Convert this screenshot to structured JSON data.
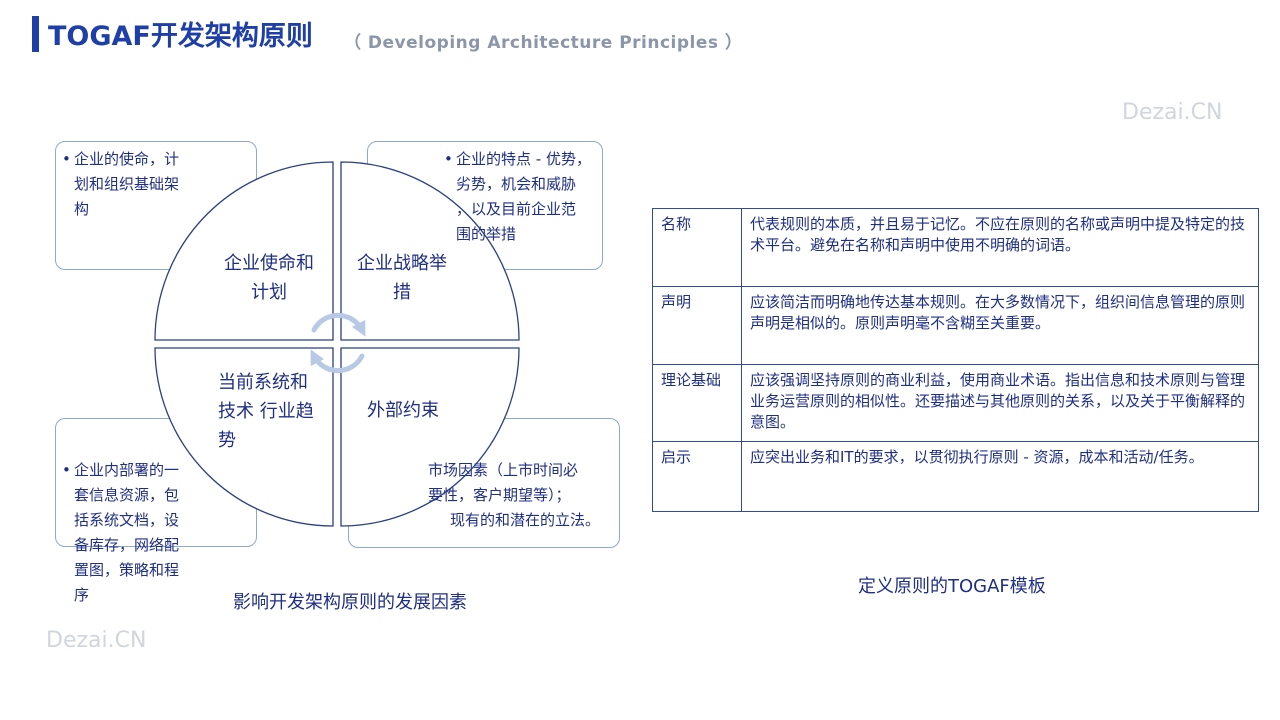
{
  "header": {
    "title": "TOGAF开发架构原则",
    "subtitle": "（ Developing  Architecture  Principles ）"
  },
  "watermark": "Dezai.CN",
  "diagram": {
    "quadrants": [
      {
        "label_lines": [
          "企业使命和",
          "计划"
        ]
      },
      {
        "label_lines": [
          "企业战略举",
          "措"
        ]
      },
      {
        "label_lines": [
          "当前系统和",
          "技术 行业趋",
          "势"
        ]
      },
      {
        "label_lines": [
          "外部约束"
        ]
      }
    ],
    "notes": [
      {
        "lines": [
          "企业的使命，计",
          "划和组织基础架",
          "构"
        ]
      },
      {
        "lines": [
          "企业的特点 - 优势，",
          "劣势，机会和威胁",
          "，以及目前企业范",
          "围的举措"
        ]
      },
      {
        "lines": [
          "企业内部署的一",
          "套信息资源，包",
          "括系统文档，设",
          "备库存，网络配",
          "置图，策略和程",
          "序"
        ]
      },
      {
        "lines": [
          "市场因素（上市时间必",
          "要性，客户期望等）；",
          "现有的和潜在的立法。"
        ]
      }
    ],
    "caption": "影响开发架构原则的发展因素",
    "colors": {
      "outline": "#2b3f86",
      "cycle_arrow": "#b8c9e6",
      "note_border": "#8fa7d6"
    }
  },
  "template_table": {
    "caption": "定义原则的TOGAF模板",
    "rows": [
      {
        "key": "名称",
        "value": "代表规则的本质，并且易于记忆。不应在原则的名称或声明中提及特定的技术平台。避免在名称和声明中使用不明确的词语。"
      },
      {
        "key": "声明",
        "value": "应该简洁而明确地传达基本规则。在大多数情况下，组织间信息管理的原则声明是相似的。原则声明毫不含糊至关重要。"
      },
      {
        "key": "理论基础",
        "value": "应该强调坚持原则的商业利益，使用商业术语。指出信息和技术原则与管理业务运营原则的相似性。还要描述与其他原则的关系，以及关于平衡解释的意图。"
      },
      {
        "key": "启示",
        "value": "应突出业务和IT的要求，以贯彻执行原则 - 资源，成本和活动/任务。"
      }
    ]
  }
}
